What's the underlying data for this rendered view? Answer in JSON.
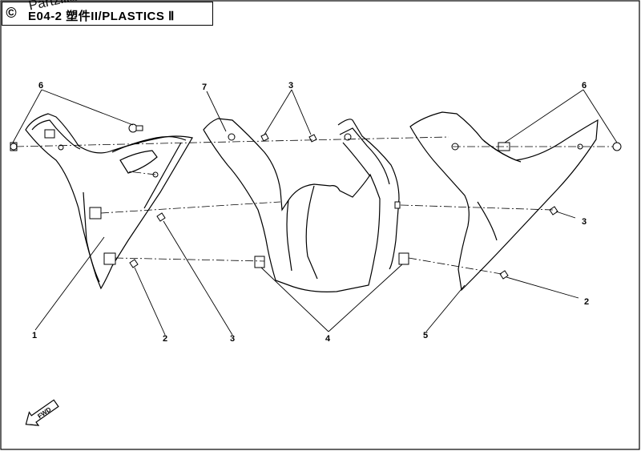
{
  "title": {
    "code": "E04-2",
    "chinese": "塑件II",
    "label": "PLASTICS Ⅱ",
    "full": "E04-2 塑件II/PLASTICS Ⅱ"
  },
  "watermark": {
    "symbol": "©",
    "text": "Partzilla.com"
  },
  "direction_arrow": {
    "label": "FWD"
  },
  "callouts": [
    "6",
    "7",
    "3",
    "6",
    "3",
    "1",
    "2",
    "3",
    "4",
    "5",
    "2"
  ]
}
